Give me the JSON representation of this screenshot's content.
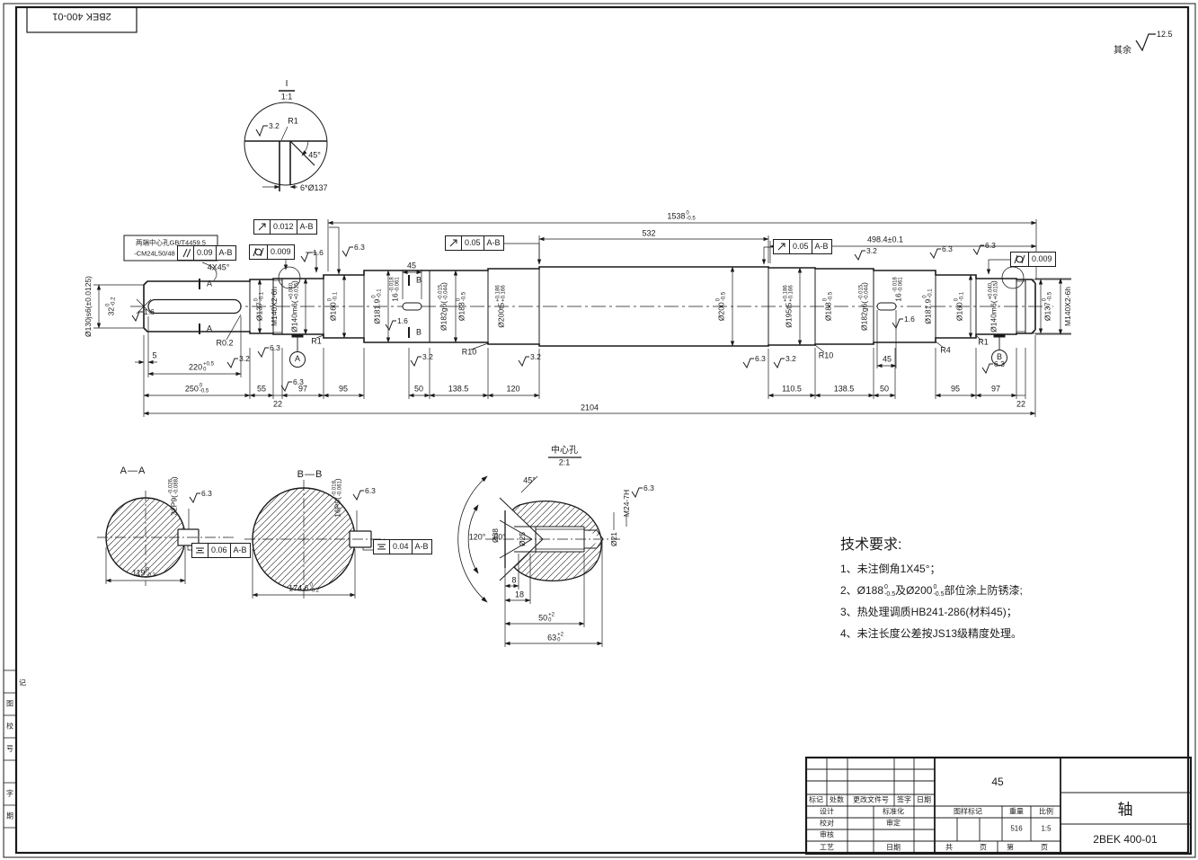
{
  "meta": {
    "doc": "2BEK 400-01",
    "rest": "其余"
  },
  "detail_i": {
    "t": "I",
    "s": "1:1",
    "r": "R1",
    "a": "45°",
    "d": "6*Ø137"
  },
  "notes": {
    "l1": "两端中心孔GB/T4459.5",
    "l2": "-CM24L50/48",
    "ch": "4X45°",
    "secA": "A",
    "secB": "B"
  },
  "dia": [
    {
      "t": "Ø130js6(±0.0125)",
      "sup": "",
      "sub": "",
      "tail": ""
    },
    {
      "t": "32",
      "sup": "0",
      "sub": "-0.2",
      "tail": ""
    },
    {
      "t": "Ø137",
      "sup": "0",
      "sub": "-0.1",
      "tail": ""
    },
    {
      "t": "M140X2-6h",
      "sup": "",
      "sub": "",
      "tail": ""
    },
    {
      "t": "Ø140m6(",
      "sup": "+0.040",
      "sub": "+0.015",
      "tail": ")"
    },
    {
      "t": "Ø160",
      "sup": "0",
      "sub": "-0.1",
      "tail": ""
    },
    {
      "t": "Ø181.9",
      "sup": "0",
      "sub": "-0.1",
      "tail": ""
    },
    {
      "t": "16",
      "sup": "-0.018",
      "sub": "-0.061",
      "tail": ""
    },
    {
      "t": "Ø182g6(",
      "sup": "-0.015",
      "sub": "-0.044",
      "tail": ")"
    },
    {
      "t": "Ø188",
      "sup": "0",
      "sub": "-0.5",
      "tail": ""
    },
    {
      "t": "Ø200t5",
      "sup": "+0.186",
      "sub": "+0.166",
      "tail": ""
    },
    {
      "t": "Ø200",
      "sup": "0",
      "sub": "-0.5",
      "tail": ""
    },
    {
      "t": "Ø195t5",
      "sup": "+0.186",
      "sub": "+0.166",
      "tail": ""
    },
    {
      "t": "Ø188",
      "sup": "0",
      "sub": "-0.5",
      "tail": ""
    },
    {
      "t": "Ø182g6(",
      "sup": "-0.015",
      "sub": "-0.044",
      "tail": ")"
    },
    {
      "t": "16",
      "sup": "-0.018",
      "sub": "-0.061",
      "tail": ""
    },
    {
      "t": "Ø181.9",
      "sup": "0",
      "sub": "-0.1",
      "tail": ""
    },
    {
      "t": "Ø160",
      "sup": "0",
      "sub": "-0.1",
      "tail": ""
    },
    {
      "t": "Ø140m6(",
      "sup": "+0.040",
      "sub": "+0.015",
      "tail": ")"
    },
    {
      "t": "Ø137",
      "sup": "0",
      "sub": "-0.5",
      "tail": ""
    },
    {
      "t": "M140X2-6h",
      "sup": "",
      "sub": "",
      "tail": ""
    }
  ],
  "dims": {
    "top1538": {
      "t": "1538",
      "sup": "0",
      "sub": "-0.5"
    },
    "top532": "532",
    "top498": "498.4±0.1",
    "k45l": "45",
    "k45r": "45",
    "b5": "5",
    "b220": {
      "t": "220",
      "sup": "+0.5",
      "sub": "0"
    },
    "b250": {
      "t": "250",
      "sup": "0",
      "sub": "-0.5"
    },
    "b55": "55",
    "b22l": "22",
    "b97l": "97",
    "b95l": "95",
    "b50l": "50",
    "b138l": "138.5",
    "b120": "120",
    "b110": "110.5",
    "b138r": "138.5",
    "b50r": "50",
    "b95r": "95",
    "b97r": "97",
    "b22r": "22",
    "total": "2104"
  },
  "rad": {
    "r02": "R0.2",
    "r1l": "R1",
    "r10l": "R10",
    "r10r": "R10",
    "r4": "R4",
    "r1r": "R1"
  },
  "rough": {
    "m1": "1.6",
    "m2": "3.2",
    "m3": "6.3",
    "m4": "1.6",
    "m5": "6.3",
    "m6": "1.6",
    "m7": "3.2",
    "m8": "3.2",
    "m9": "6.3",
    "m10": "3.2",
    "m11": "3.2",
    "m12": "1.6",
    "m13": "6.3",
    "m14": "6.3",
    "m15": "6.3",
    "m16": "6.3",
    "sa": "6.3",
    "sb": "6.3",
    "sc": "6.3",
    "det": "3.2",
    "rest": "12.5"
  },
  "datum": {
    "a": "A",
    "b": "B"
  },
  "frames": [
    {
      "s": "parallelism",
      "v": "0.09",
      "d": "A-B"
    },
    {
      "s": "cylindricity",
      "v": "0.009",
      "d": ""
    },
    {
      "s": "circular-runout",
      "v": "0.012",
      "d": "A-B"
    },
    {
      "s": "circular-runout",
      "v": "0.05",
      "d": "A-B"
    },
    {
      "s": "circular-runout",
      "v": "0.05",
      "d": "A-B"
    },
    {
      "s": "cylindricity",
      "v": "0.009",
      "d": ""
    },
    {
      "s": "symmetry",
      "v": "0.06",
      "d": "A-B"
    },
    {
      "s": "symmetry",
      "v": "0.04",
      "d": "A-B"
    }
  ],
  "sec_aa": {
    "title": "A—A",
    "key": {
      "t": "32P9(",
      "sup": "-0.026",
      "sub": "-0.088",
      "tail": ")"
    },
    "dim": {
      "t": "119",
      "sup": "0",
      "sub": "-0.2"
    }
  },
  "sec_bb": {
    "title": "B—B",
    "key": {
      "t": "16P9(",
      "sup": "-0.018",
      "sub": "-0.061",
      "tail": ")"
    },
    "dim": {
      "t": "174.6",
      "sup": "0",
      "sub": "-0.2"
    }
  },
  "ch": {
    "title": "中心孔",
    "scale": "2:1",
    "a45": "45°",
    "a120": "120°",
    "a60": "60°",
    "d38": "Ø38",
    "d25": "Ø25",
    "d21": "Ø21",
    "thr": "M24-7H",
    "d8": "8",
    "d18": "18",
    "d50": {
      "t": "50",
      "sup": "+2",
      "sub": "0"
    },
    "d63": {
      "t": "63",
      "sup": "+2",
      "sub": "0"
    }
  },
  "tech": {
    "title": "技术要求:",
    "i1": "1、未注倒角1X45°；",
    "i2a": "2、Ø188",
    "t1s": "0",
    "t1b": "-0.5",
    "i2b": "及Ø200",
    "t2s": "0",
    "t2b": "-0.5",
    "i2c": "部位涂上防锈漆;",
    "i3": "3、热处理调质HB241-286(材料45)；",
    "i4": "4、未注长度公差按JS13级精度处理。"
  },
  "tb": {
    "rev": [
      "标记",
      "处数",
      "更改文件号",
      "签字",
      "日期"
    ],
    "design": "设计",
    "std": "标准化",
    "check": "校对",
    "approve": "审定",
    "audit": "审核",
    "process": "工艺",
    "date": "日期",
    "material": "45",
    "stamp": "图样标记",
    "weight_l": "重量",
    "scale_l": "比例",
    "weight": "516",
    "scale": "1:5",
    "total_l": "共",
    "page1": "页",
    "sheet_l": "第",
    "page2": "页",
    "name": "轴",
    "no": "2BEK 400-01"
  },
  "strip": [
    "记",
    "图",
    "校",
    "号",
    "字",
    "期"
  ]
}
